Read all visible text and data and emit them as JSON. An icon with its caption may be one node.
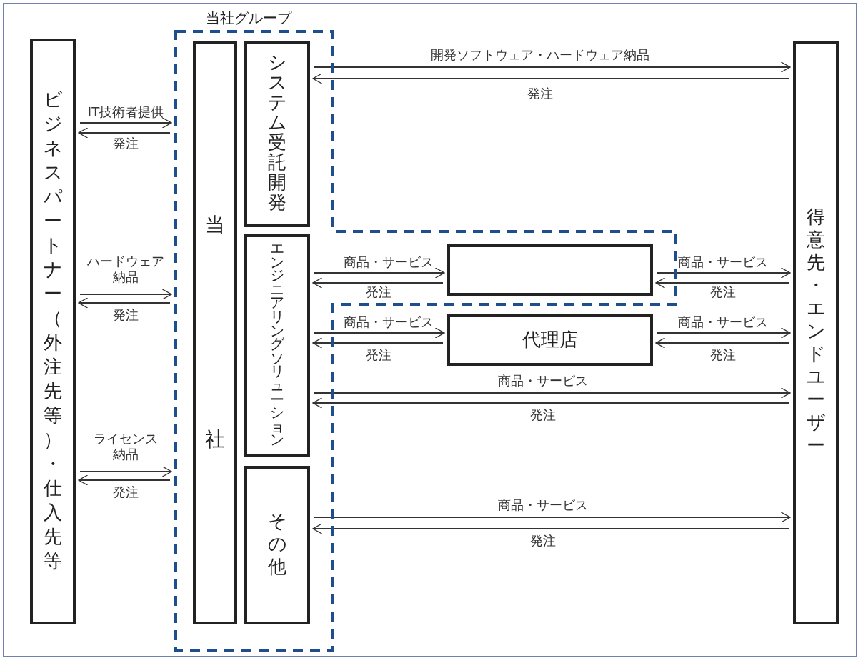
{
  "diagram": {
    "nodes": [
      {
        "text": [
          "当社グループ"
        ]
      },
      {
        "text": [
          "ビジネスパートナー（外注先等）・仕入先等"
        ]
      },
      {
        "text": [
          "当社"
        ],
        "in": 0
      },
      {
        "text": [
          "システム受託開発"
        ],
        "in": 0
      },
      {
        "text": [
          "エンジニアリングソリューション"
        ],
        "in": 0
      },
      {
        "text": [
          "その他"
        ],
        "in": 0
      },
      {
        "text": [],
        "shape": "box",
        "in": 0
      },
      {
        "text": [
          "代理店"
        ]
      },
      {
        "text": [
          "得意先・エンドユーザー"
        ]
      }
    ],
    "edges": [
      {
        "from": 1,
        "to": 0,
        "arrow": "to",
        "label": "IT技術者提供"
      },
      {
        "from": 0,
        "to": 1,
        "arrow": "to",
        "label": "発注"
      },
      {
        "from": 1,
        "to": 0,
        "arrow": "to",
        "label": "ハードウェア納品"
      },
      {
        "from": 0,
        "to": 1,
        "arrow": "to",
        "label": "発注"
      },
      {
        "from": 1,
        "to": 0,
        "arrow": "to",
        "label": "ライセンス納品"
      },
      {
        "from": 0,
        "to": 1,
        "arrow": "to",
        "label": "発注"
      },
      {
        "from": 3,
        "to": 8,
        "arrow": "to",
        "label": "開発ソフトウェア・ハードウェア納品"
      },
      {
        "from": 8,
        "to": 3,
        "arrow": "to",
        "label": "発注"
      },
      {
        "from": 4,
        "to": 6,
        "arrow": "to",
        "label": "商品・サービス"
      },
      {
        "from": 6,
        "to": 4,
        "arrow": "to",
        "label": "発注"
      },
      {
        "from": 6,
        "to": 8,
        "arrow": "to",
        "label": "商品・サービス"
      },
      {
        "from": 8,
        "to": 6,
        "arrow": "to",
        "label": "発注"
      },
      {
        "from": 4,
        "to": 7,
        "arrow": "to",
        "label": "商品・サービス"
      },
      {
        "from": 7,
        "to": 4,
        "arrow": "to",
        "label": "発注"
      },
      {
        "from": 7,
        "to": 8,
        "arrow": "to",
        "label": "商品・サービス"
      },
      {
        "from": 8,
        "to": 7,
        "arrow": "to",
        "label": "発注"
      },
      {
        "from": 4,
        "to": 8,
        "arrow": "to",
        "label": "商品・サービス"
      },
      {
        "from": 8,
        "to": 4,
        "arrow": "to",
        "label": "発注"
      },
      {
        "from": 5,
        "to": 8,
        "arrow": "to",
        "label": "商品・サービス"
      },
      {
        "from": 8,
        "to": 5,
        "arrow": "to",
        "label": "発注"
      }
    ]
  }
}
